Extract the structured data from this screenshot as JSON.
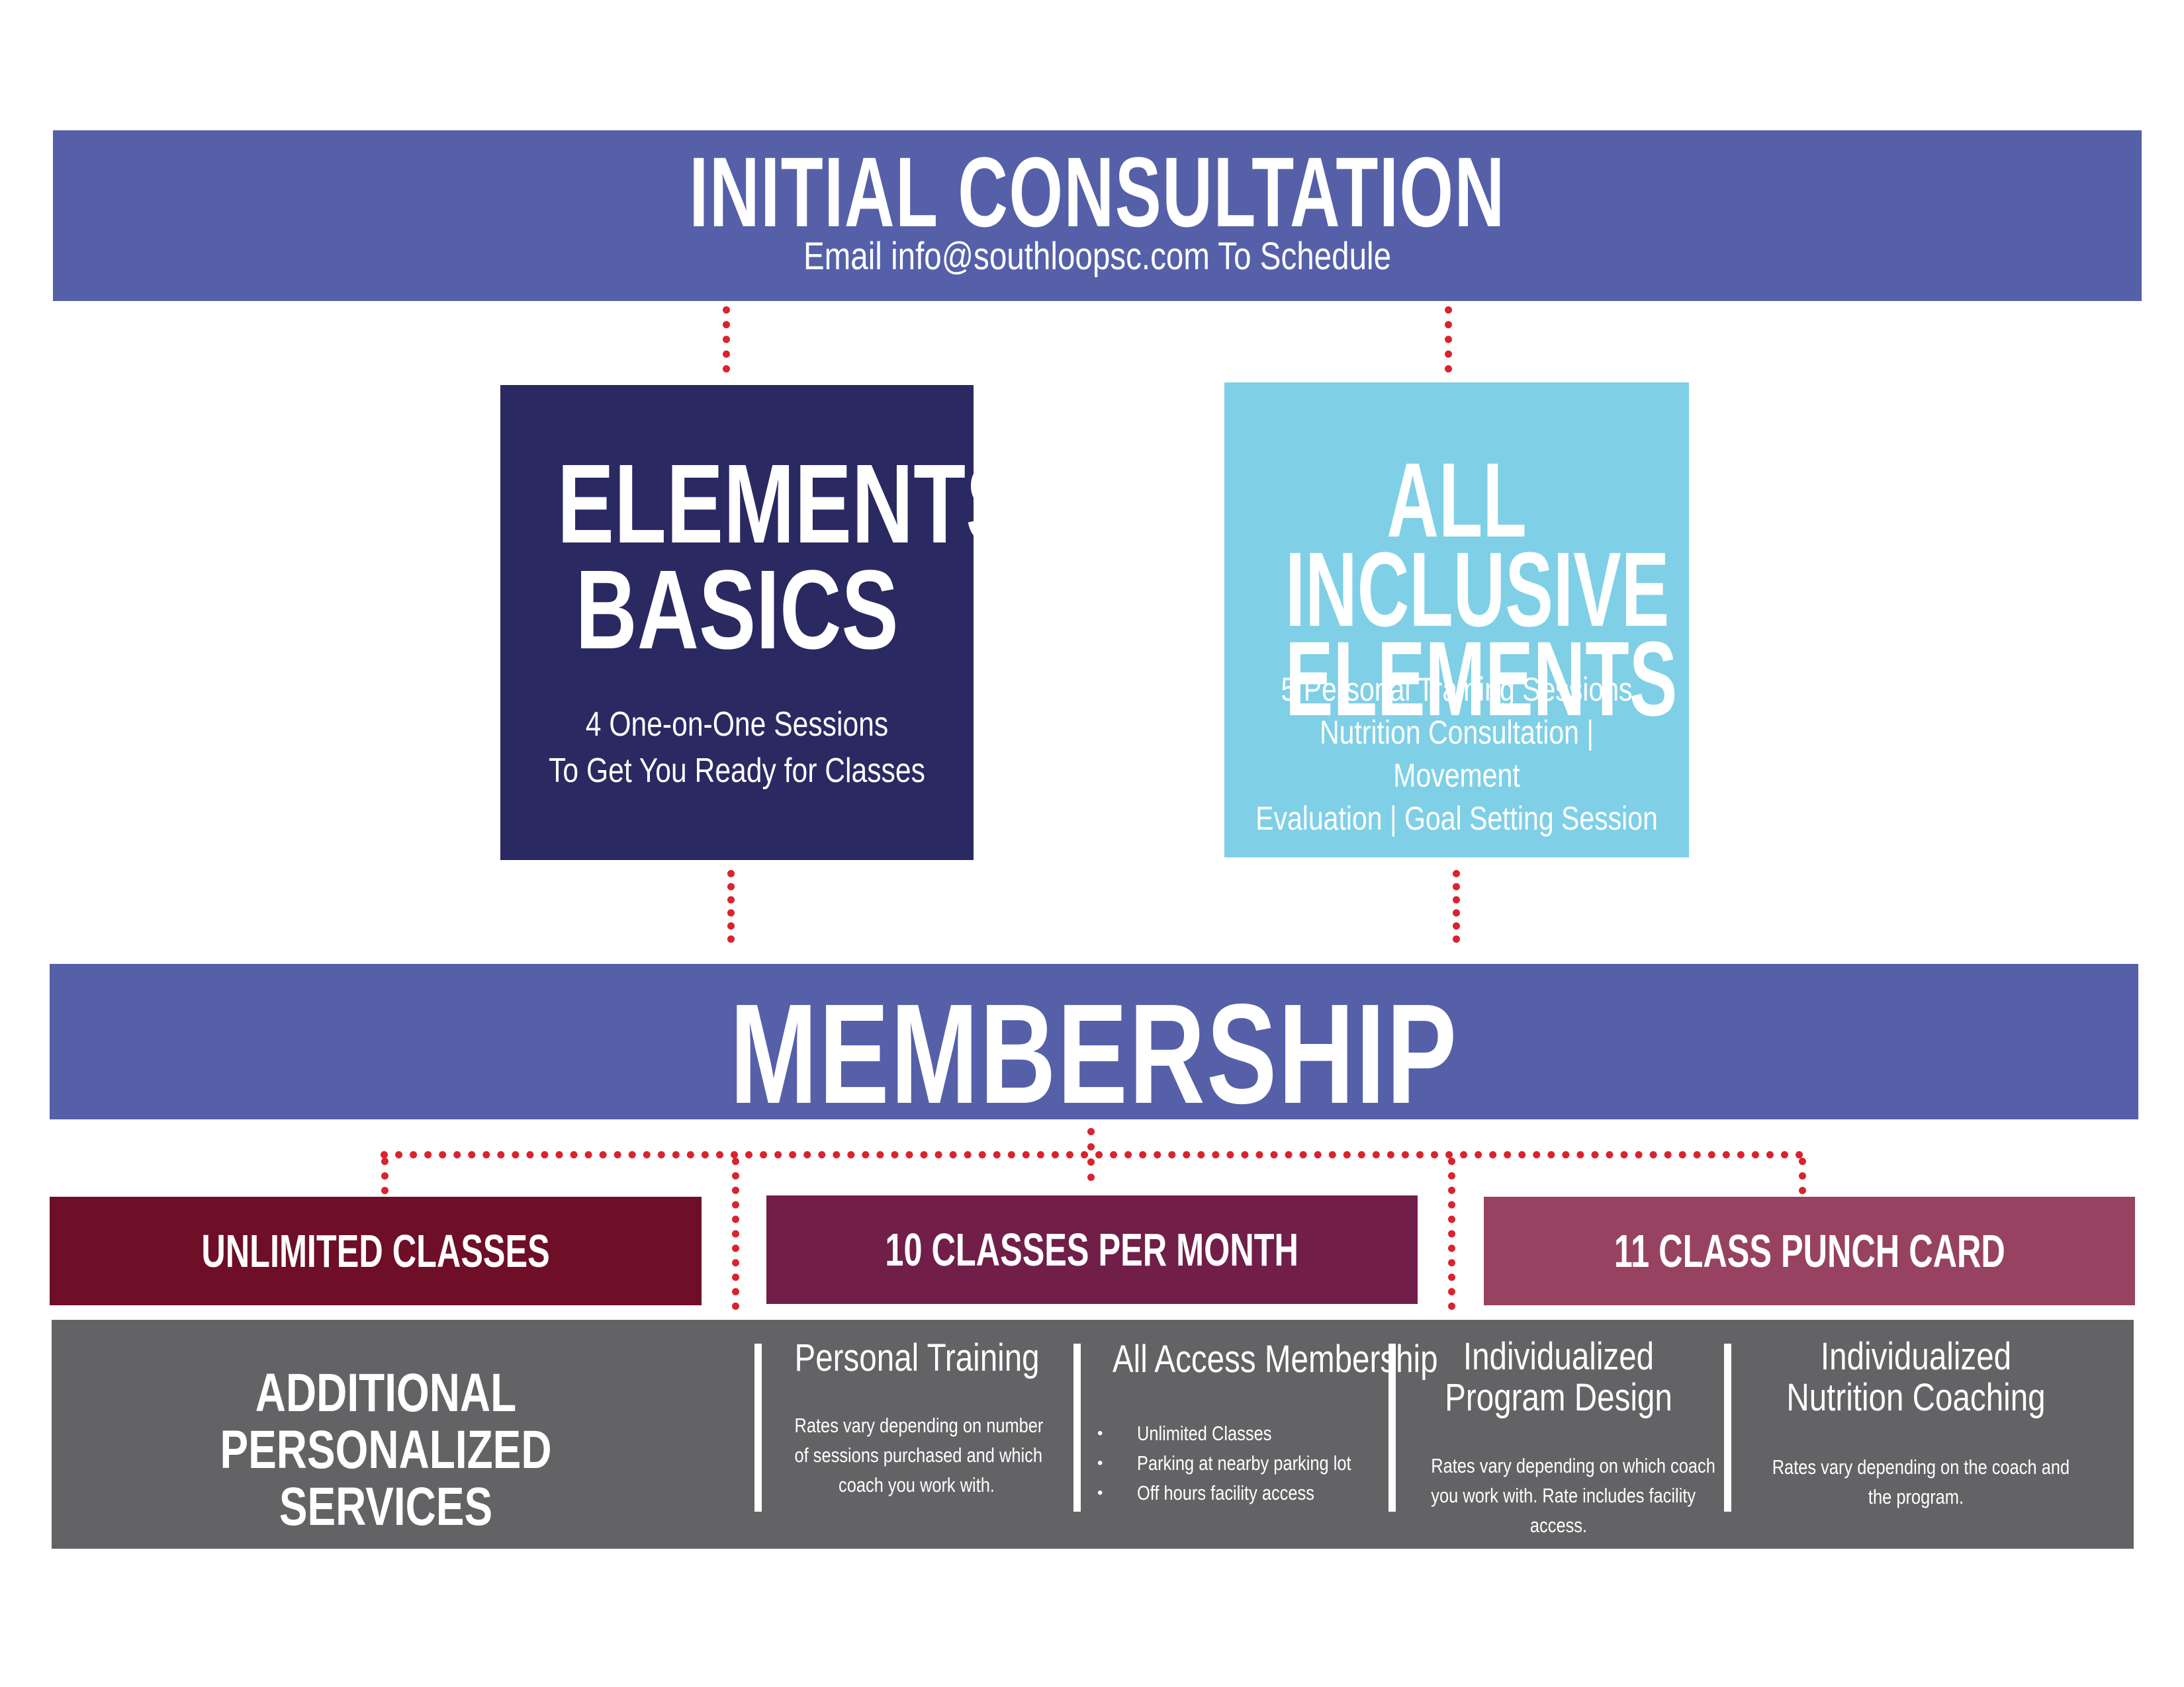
{
  "initial_consultation": {
    "title": "INITIAL CONSULTATION",
    "subtitle": "Email info@southloopsc.com To Schedule"
  },
  "elements_basics": {
    "title_line1": "ELEMENTS",
    "title_line2": "BASICS",
    "desc_line1": "4 One-on-One Sessions",
    "desc_line2": "To Get You Ready for Classes"
  },
  "all_inclusive": {
    "title_line1": "ALL INCLUSIVE",
    "title_line2": "ELEMENTS",
    "desc_line1": "5 Personal Training Sessions",
    "desc_line2": "Nutrition Consultation | Movement",
    "desc_line3": "Evaluation | Goal Setting Session"
  },
  "membership": {
    "title": "MEMBERSHIP",
    "options": [
      {
        "label": "UNLIMITED CLASSES",
        "color": "#6e0e27"
      },
      {
        "label": "10 CLASSES PER MONTH",
        "color": "#711e49"
      },
      {
        "label": "11 CLASS PUNCH CARD",
        "color": "#974261"
      }
    ]
  },
  "additional_services": {
    "title_line1": "ADDITIONAL PERSONALIZED",
    "title_line2": "SERVICES",
    "personal_training": {
      "heading": "Personal Training",
      "text_line1": "Rates vary depending on number",
      "text_line2": "of sessions purchased and which",
      "text_line3": "coach you work with."
    },
    "all_access": {
      "heading": "All Access Membership",
      "bullets": [
        "Unlimited Classes",
        "Parking at nearby parking lot",
        "Off hours facility access"
      ]
    },
    "program_design": {
      "heading_line1": "Individualized",
      "heading_line2": "Program Design",
      "text_line1": "Rates vary depending on which coach",
      "text_line2": "you work with. Rate includes facility",
      "text_line3": "access."
    },
    "nutrition": {
      "heading_line1": "Individualized",
      "heading_line2": "Nutrition Coaching",
      "text_line1": "Rates vary depending on the coach and",
      "text_line2": "the program."
    }
  },
  "colors": {
    "band_blue": "#5560a9",
    "navy": "#2a2962",
    "sky": "#7fd0e6",
    "gray": "#636366",
    "dot_red": "#d9232d"
  }
}
